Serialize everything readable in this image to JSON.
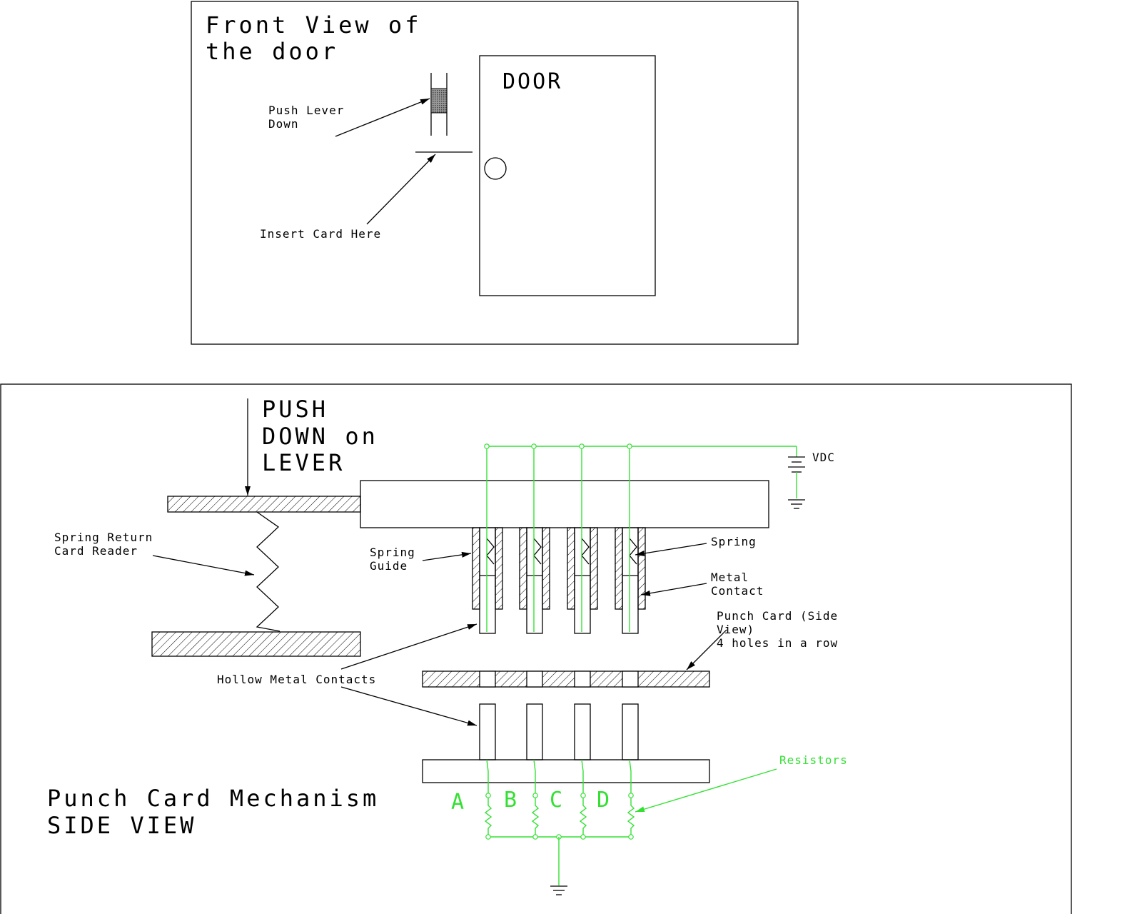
{
  "front_view": {
    "title_line1": "Front View of",
    "title_line2": "the door",
    "door_label": "DOOR",
    "push_lever_line1": "Push Lever",
    "push_lever_line2": "Down",
    "insert_card": "Insert Card Here"
  },
  "side_view": {
    "push_line1": "PUSH",
    "push_line2": "DOWN on",
    "push_line3": "LEVER",
    "spring_return_line1": "Spring Return",
    "spring_return_line2": "Card Reader",
    "spring_guide_line1": "Spring",
    "spring_guide_line2": "Guide",
    "spring": "Spring",
    "metal_contact_line1": "Metal",
    "metal_contact_line2": "Contact",
    "punch_card_line1": "Punch Card (Side",
    "punch_card_line2": "View)",
    "punch_card_line3": "4 holes in a row",
    "hollow_contacts": "Hollow Metal Contacts",
    "vdc": "VDC",
    "resistors": "Resistors",
    "channels": [
      "A",
      "B",
      "C",
      "D"
    ],
    "title_line1": "Punch Card Mechanism",
    "title_line2": "SIDE VIEW"
  },
  "colors": {
    "line": "#000000",
    "circuit": "#33e033"
  }
}
